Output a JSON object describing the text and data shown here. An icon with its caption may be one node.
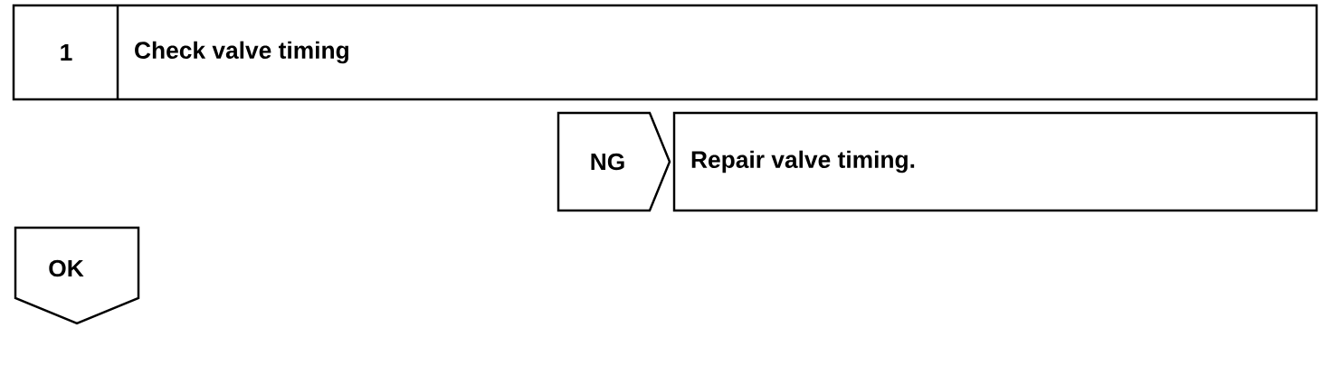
{
  "diagram": {
    "nodes": [
      {
        "text": [
          "1",
          "Check valve timing"
        ]
      },
      {
        "text": [
          "NG"
        ]
      },
      {
        "text": [
          "Repair valve timing."
        ]
      },
      {
        "text": [
          "OK"
        ]
      }
    ]
  }
}
